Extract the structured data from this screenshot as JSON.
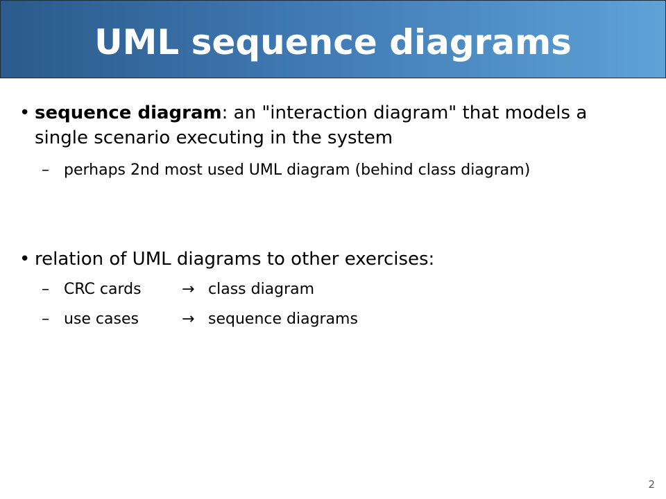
{
  "slide": {
    "title": "UML sequence diagrams",
    "page_number": "2"
  },
  "content": {
    "bullet_1": {
      "bullet": "•",
      "term": "sequence diagram",
      "rest_line_1": ": an \"interaction diagram\" that models a",
      "rest_line_2": "single scenario executing in the system",
      "sub": {
        "dash": "–",
        "text": "perhaps 2nd most used UML diagram (behind class diagram)"
      }
    },
    "bullet_2": {
      "bullet": "•",
      "text": "relation of UML diagrams to other exercises:",
      "subs": [
        {
          "dash": "–",
          "left": "CRC cards",
          "arrow": "→",
          "right": "class diagram"
        },
        {
          "dash": "–",
          "left": "use cases",
          "arrow": "→",
          "right": "sequence diagrams"
        }
      ]
    }
  }
}
